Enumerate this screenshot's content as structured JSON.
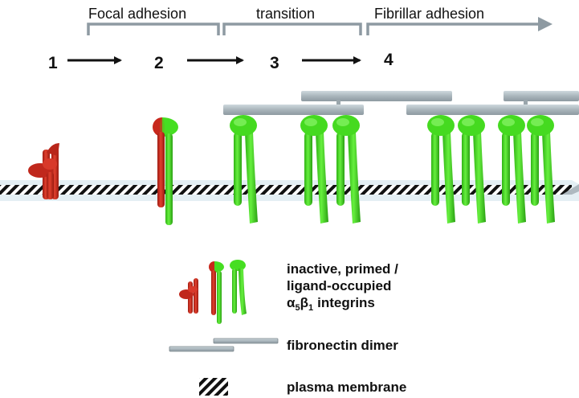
{
  "stages": {
    "focal_adhesion": "Focal adhesion",
    "transition": "transition",
    "fibrillar_adhesion": "Fibrillar adhesion"
  },
  "steps": [
    "1",
    "2",
    "3",
    "4"
  ],
  "legend": {
    "integrin_line1": "inactive, primed /",
    "integrin_line2": "ligand-occupied",
    "integrin_alpha": "α",
    "integrin_alpha_sub": "5",
    "integrin_beta": "β",
    "integrin_beta_sub": "1",
    "integrin_suffix": "integrins",
    "fibronectin": "fibronectin dimer",
    "membrane": "plasma membrane"
  },
  "colors": {
    "inactive_red": "#c8281c",
    "active_green": "#3fd81e",
    "fibronectin_gray": "#aab6bc",
    "bracket_gray": "#8e9aa2",
    "membrane_light": "#d9e8f0"
  }
}
